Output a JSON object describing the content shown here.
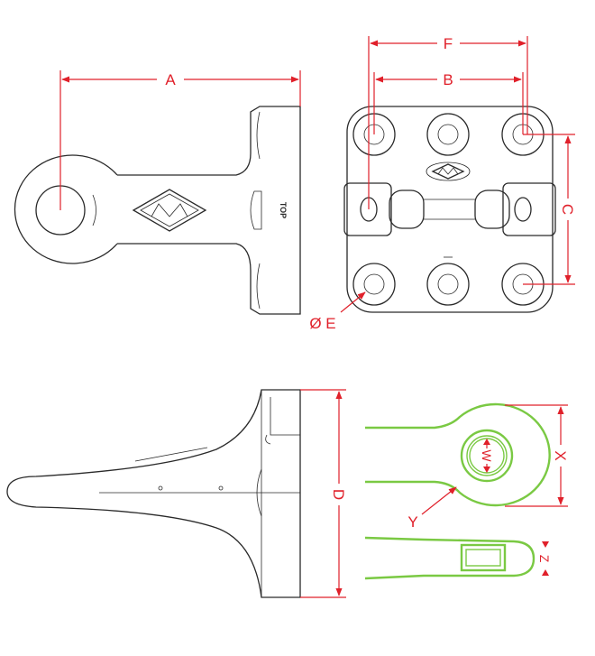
{
  "dimensions": {
    "A": "A",
    "B": "B",
    "C": "C",
    "D": "D",
    "E": "Ø E",
    "F": "F",
    "W": "W",
    "X": "X",
    "Y": "Y",
    "Z": "Z"
  },
  "stamp_text": "TOP",
  "colors": {
    "dimension": "#e0202a",
    "highlight": "#7ac943",
    "outline": "#2a2a2a"
  }
}
